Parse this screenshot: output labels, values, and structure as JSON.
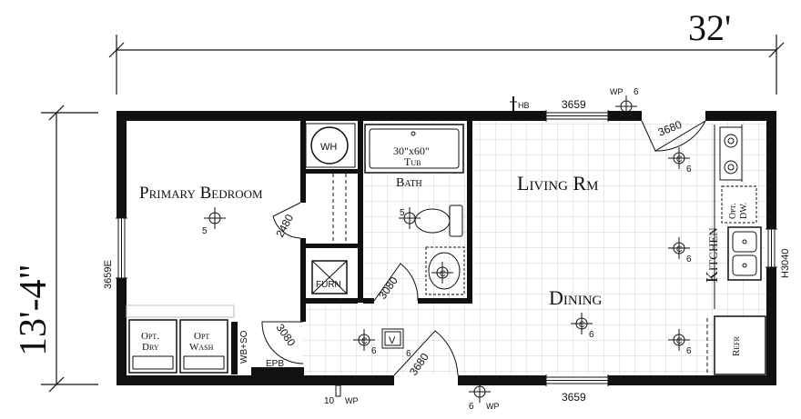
{
  "dimensions": {
    "width_label": "32'",
    "depth_label": "13'-4\""
  },
  "rooms": {
    "primary_bedroom": "Primary Bedroom",
    "bath": "Bath",
    "living": "Living Rm",
    "dining": "Dining",
    "kitchen": "Kitchen"
  },
  "fixtures": {
    "water_heater": "WH",
    "tub": "30\"x60\"",
    "tub_sub": "Tub",
    "furnace": "FURN",
    "opt_dry_1": "Opt.",
    "opt_dry_2": "Dry",
    "opt_wash_1": "Opt",
    "opt_wash_2": "Wash",
    "wb_so": "WB+SO",
    "epb": "EPB",
    "opt_dw_1": "Opt.",
    "opt_dw_2": "DW.",
    "refr": "Refr",
    "vent": "V"
  },
  "windows": {
    "top": "3659",
    "bottom": "3659",
    "left": "3659E",
    "right": "H3040"
  },
  "doors": {
    "bedroom_closet": "2480",
    "bath_door": "3080",
    "utility_door": "3080",
    "front_door": "3680",
    "top_door": "3680"
  },
  "exterior": {
    "hb": "HB",
    "wp": "WP",
    "wp_top_num": "6",
    "wp_bottom_left_num": "10",
    "wp_bottom_right_num": "6"
  },
  "fan_numbers": {
    "bedroom": "5",
    "bath": "5",
    "kitchen_top": "6",
    "kitchen_mid": "6",
    "kitchen_bottom": "6",
    "dining": "6",
    "entry": "6",
    "vent": "6"
  }
}
